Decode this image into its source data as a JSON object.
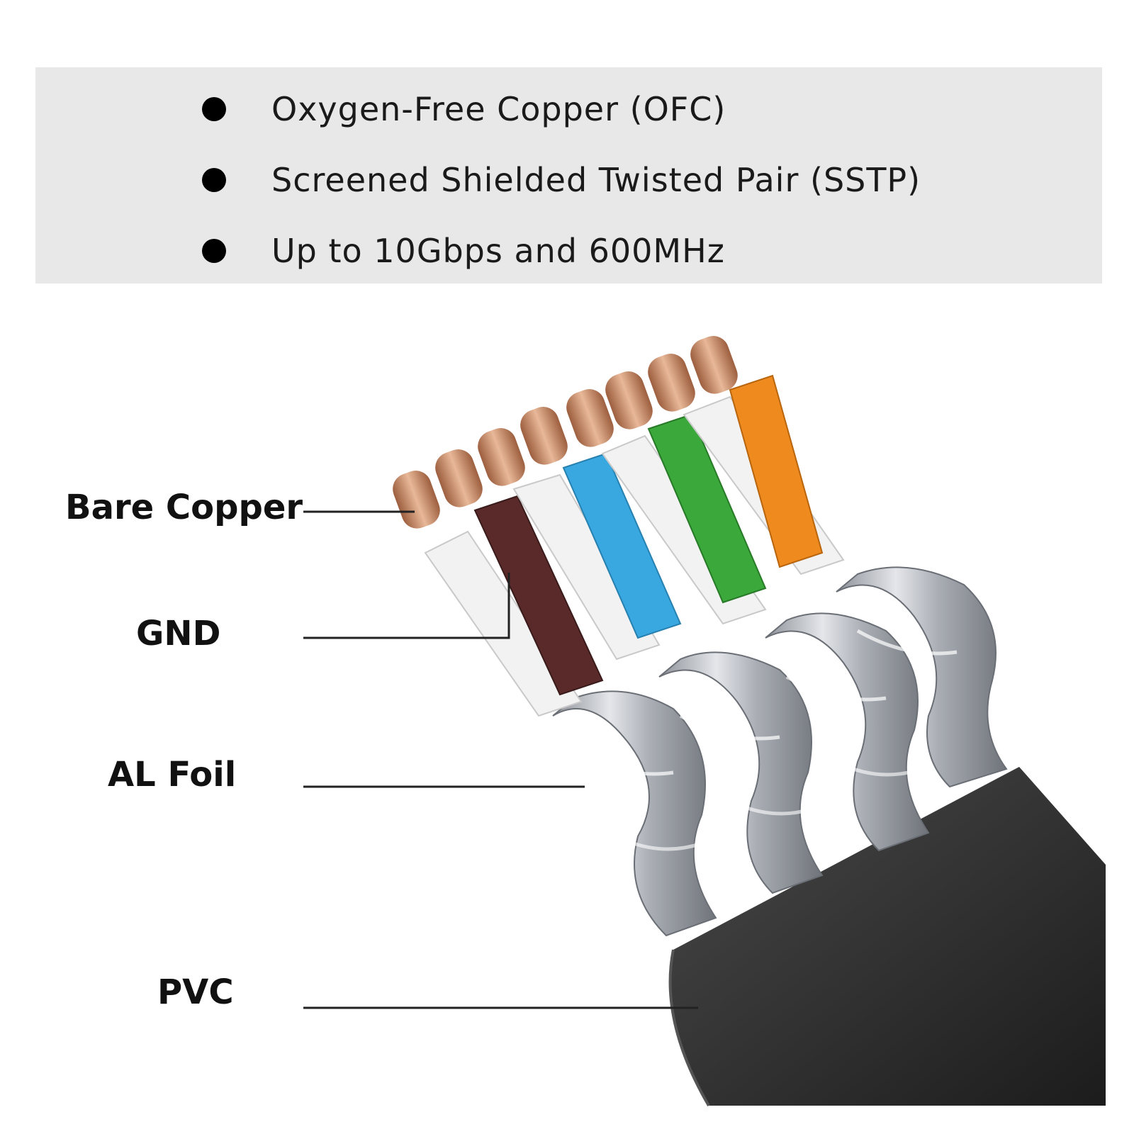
{
  "features": [
    {
      "text": "Oxygen-Free Copper (OFC)"
    },
    {
      "text": "Screened Shielded Twisted Pair (SSTP)"
    },
    {
      "text": "Up to 10Gbps and 600MHz"
    }
  ],
  "labels": {
    "bare_copper": "Bare Copper",
    "gnd": "GND",
    "al_foil": "AL Foil",
    "pvc": "PVC"
  },
  "colors": {
    "panel": "#e8e8e8",
    "copper": "#c98a64",
    "brown": "#5a2a2a",
    "blue": "#3aa8e0",
    "green": "#3aa83a",
    "orange": "#ee8a1e",
    "white_wire": "#f2f2f2",
    "foil": "#b8bcc2",
    "pvc_jacket": "#2c2c2c"
  }
}
